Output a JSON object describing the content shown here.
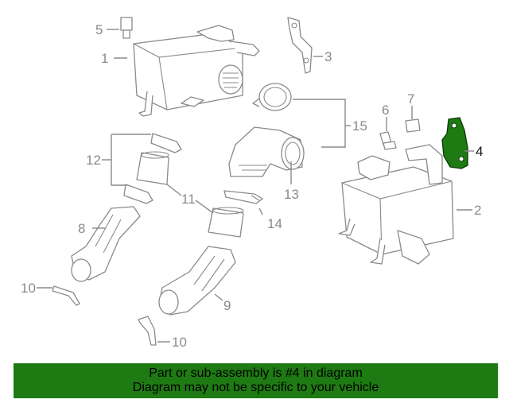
{
  "callouts": {
    "c1": "1",
    "c2": "2",
    "c3": "3",
    "c4": "4",
    "c5": "5",
    "c6": "6",
    "c7": "7",
    "c8": "8",
    "c9": "9",
    "c10a": "10",
    "c10b": "10",
    "c11": "11",
    "c12": "12",
    "c13": "13",
    "c14": "14",
    "c15": "15"
  },
  "highlight": {
    "part_number": "4",
    "color": "#1e7a12"
  },
  "banner": {
    "line1": "Part or sub-assembly is #4 in diagram",
    "line2": "Diagram may not be specific to your vehicle",
    "color": "#1e7a12"
  }
}
